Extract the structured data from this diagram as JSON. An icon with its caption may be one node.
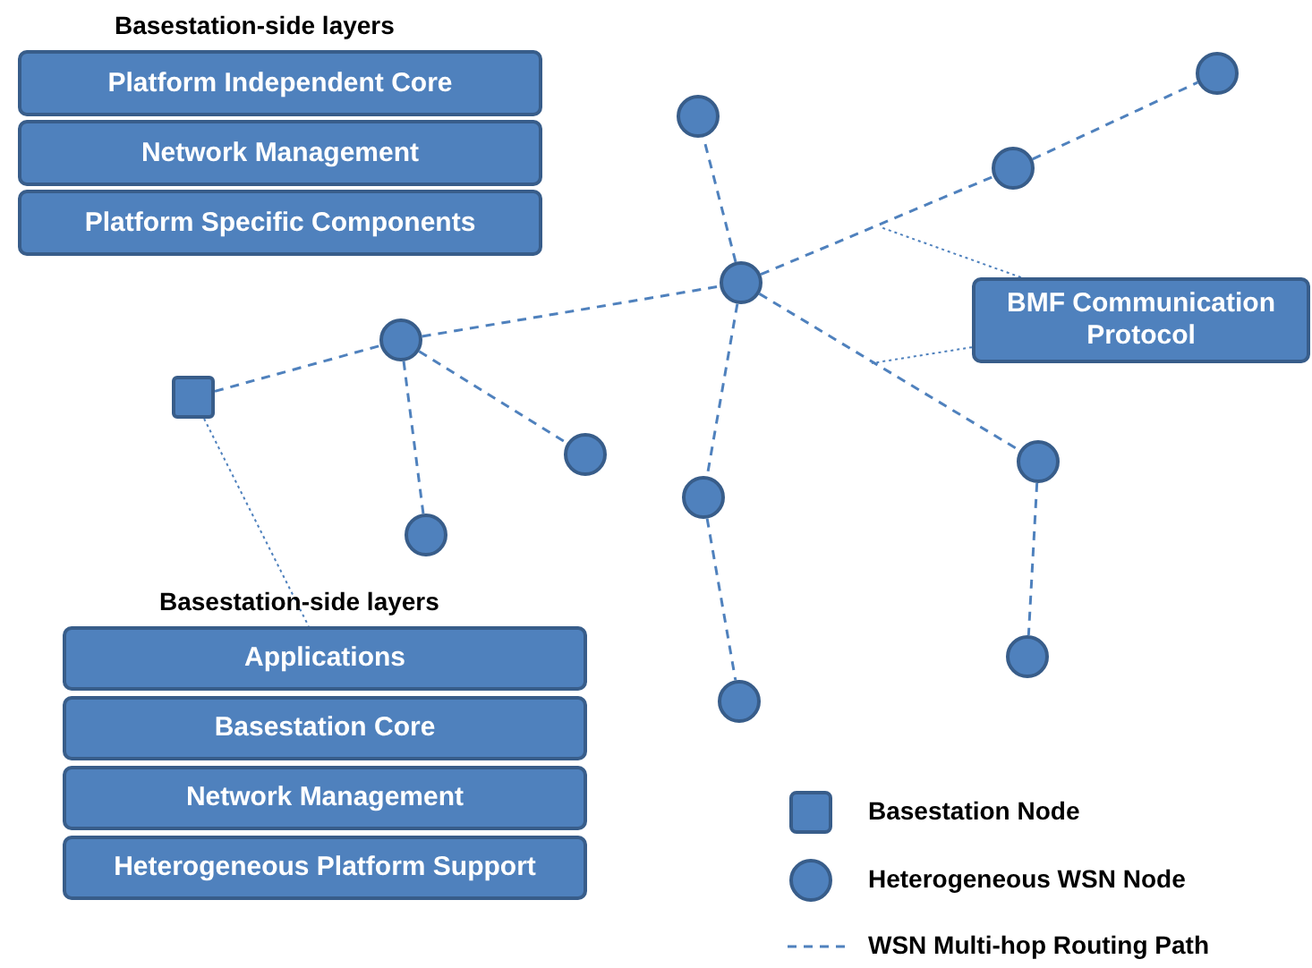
{
  "diagram": {
    "nodes": [
      {
        "text": [
          "Platform Independent Core"
        ]
      },
      {
        "text": [
          "Network Management"
        ]
      },
      {
        "text": [
          "Platform Specific Components"
        ]
      },
      {
        "text": [
          "Applications"
        ]
      },
      {
        "text": [
          "Basestation Core"
        ]
      },
      {
        "text": [
          "Network Management"
        ]
      },
      {
        "text": [
          "Heterogeneous Platform Support"
        ]
      },
      {
        "text": [
          "BMF Communication Protocol"
        ]
      },
      {
        "text": [],
        "shape": "box"
      },
      {
        "text": [],
        "shape": "circle"
      },
      {
        "text": [],
        "shape": "circle"
      },
      {
        "text": [],
        "shape": "circle"
      },
      {
        "text": [],
        "shape": "circle"
      },
      {
        "text": [],
        "shape": "circle"
      },
      {
        "text": [],
        "shape": "circle"
      },
      {
        "text": [],
        "shape": "circle"
      },
      {
        "text": [],
        "shape": "circle"
      },
      {
        "text": [],
        "shape": "circle"
      },
      {
        "text": [],
        "shape": "circle"
      },
      {
        "text": [],
        "shape": "circle"
      }
    ],
    "edges": [
      {
        "from": 8,
        "to": 9,
        "arrow": "none",
        "style": "dashed"
      },
      {
        "from": 9,
        "to": 10,
        "arrow": "none",
        "style": "dashed"
      },
      {
        "from": 9,
        "to": 11,
        "arrow": "none",
        "style": "dashed"
      },
      {
        "from": 9,
        "to": 12,
        "arrow": "none",
        "style": "dashed"
      },
      {
        "from": 12,
        "to": 13,
        "arrow": "none",
        "style": "dashed"
      },
      {
        "from": 12,
        "to": 14,
        "arrow": "none",
        "style": "dashed"
      },
      {
        "from": 14,
        "to": 15,
        "arrow": "none",
        "style": "dashed"
      },
      {
        "from": 12,
        "to": 16,
        "arrow": "none",
        "style": "dashed"
      },
      {
        "from": 16,
        "to": 17,
        "arrow": "none",
        "style": "dashed"
      },
      {
        "from": 12,
        "to": 18,
        "arrow": "none",
        "style": "dashed"
      },
      {
        "from": 18,
        "to": 19,
        "arrow": "none",
        "style": "dashed"
      },
      {
        "from": 8,
        "to": 3,
        "arrow": "none"
      },
      {
        "from": 7,
        "to": null,
        "arrow": "none"
      },
      {
        "from": 7,
        "to": null,
        "arrow": "none"
      }
    ],
    "labels": [
      "Basestation-side layers",
      "Basestation-side layers"
    ],
    "legend": [
      {
        "text": "Basestation Node"
      },
      {
        "text": "Heterogeneous WSN Node"
      },
      {
        "text": "WSN Multi-hop Routing Path"
      }
    ]
  }
}
